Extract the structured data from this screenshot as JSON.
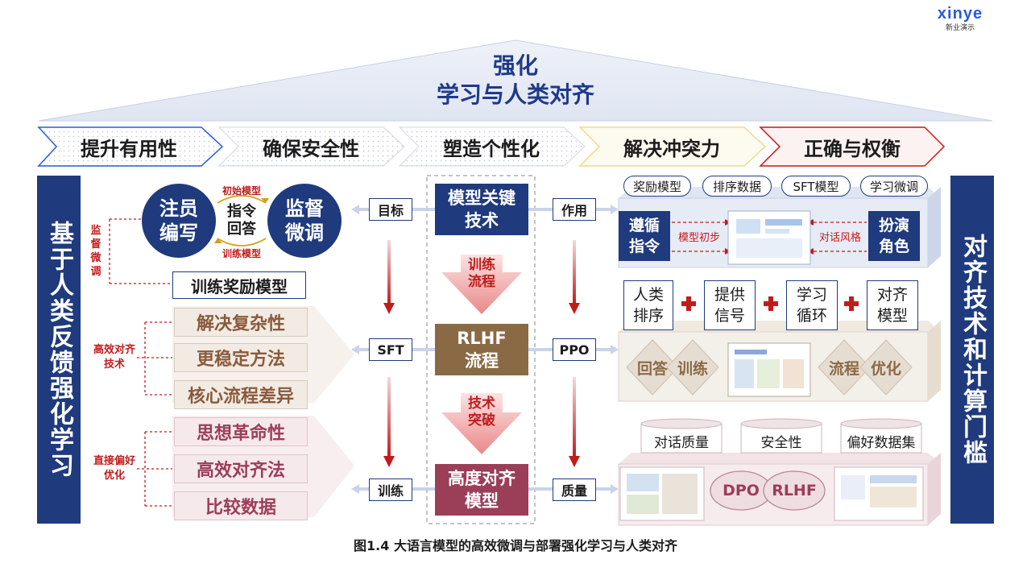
{
  "logo": {
    "wordmark": "xinye",
    "sub": "新业演示"
  },
  "roof": {
    "line1": "强化",
    "line2": "学习与人类对齐"
  },
  "chevrons": [
    "提升有用性",
    "确保安全性",
    "塑造个性化",
    "解决冲突力",
    "正确与权衡"
  ],
  "left_sidebar": "基于人类反馈强化学习",
  "right_sidebar": "对齐技术和计算门槛",
  "top_left": {
    "circle_left": "注员\n编写",
    "circle_right": "监督\n微调",
    "center": "指令\n回答",
    "arc_top": "初始模型",
    "arc_bottom": "训练模型",
    "bracket_label": "监\n督\n微\n调",
    "reward_box": "训练奖励模型"
  },
  "mid_left": {
    "bracket_label": "高效对齐\n技术",
    "items": [
      "解决复杂性",
      "更稳定方法",
      "核心流程差异"
    ]
  },
  "low_left": {
    "bracket_label": "直接偏好\n优化",
    "items": [
      "思想革命性",
      "高效对齐法",
      "比较数据"
    ]
  },
  "center": {
    "box1": "模型关键\n技术",
    "arrow1": "训练\n流程",
    "box2": "RLHF\n流程",
    "arrow2": "技术\n突破",
    "box3": "高度对齐\n模型"
  },
  "connectors": {
    "left": [
      "目标",
      "SFT",
      "训练"
    ],
    "right": [
      "作用",
      "PPO",
      "质量"
    ]
  },
  "panel1": {
    "pills": [
      "奖励模型",
      "排序数据",
      "SFT模型",
      "学习微调"
    ],
    "left_box": "遵循\n指令",
    "right_box": "扮演\n角色",
    "left_label": "模型初步",
    "right_label": "对话风格"
  },
  "panel2": {
    "boxes": [
      "人类\n排序",
      "提供\n信号",
      "学习\n循环",
      "对齐\n模型"
    ],
    "diamonds": [
      "回答",
      "训练",
      "流程",
      "优化"
    ]
  },
  "panel3": {
    "cylinders": [
      "对话质量",
      "安全性",
      "偏好数据集"
    ],
    "ovals": [
      "DPO",
      "RLHF"
    ]
  },
  "caption": "图1.4 大语言模型的高效微调与部署强化学习与人类对齐",
  "colors": {
    "navy": "#1f3a7d",
    "red": "#c21b1b",
    "brown": "#8a6a45",
    "maroon": "#9b3e58"
  }
}
